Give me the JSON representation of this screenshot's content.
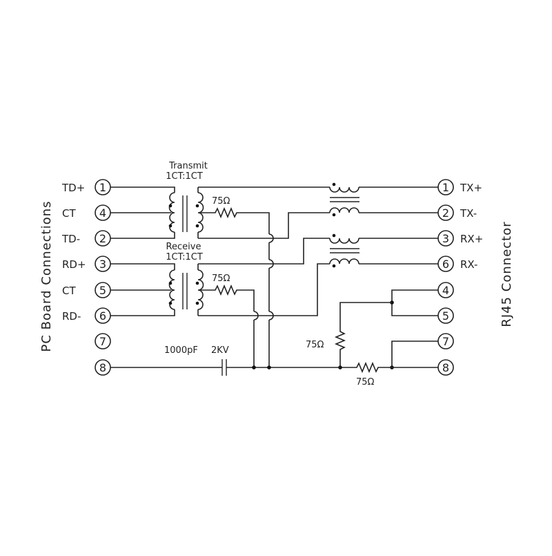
{
  "diagram": {
    "left_title": "PC Board Connections",
    "right_title": "RJ45 Connector",
    "left_pins": [
      {
        "label": "TD+",
        "num": "1"
      },
      {
        "label": "CT",
        "num": "4"
      },
      {
        "label": "TD-",
        "num": "2"
      },
      {
        "label": "RD+",
        "num": "3"
      },
      {
        "label": "CT",
        "num": "5"
      },
      {
        "label": "RD-",
        "num": "6"
      },
      {
        "label": "",
        "num": "7"
      },
      {
        "label": "",
        "num": "8"
      }
    ],
    "right_pins": [
      {
        "label": "TX+",
        "num": "1"
      },
      {
        "label": "TX-",
        "num": "2"
      },
      {
        "label": "RX+",
        "num": "3"
      },
      {
        "label": "RX-",
        "num": "6"
      },
      {
        "label": "",
        "num": "4"
      },
      {
        "label": "",
        "num": "5"
      },
      {
        "label": "",
        "num": "7"
      },
      {
        "label": "",
        "num": "8"
      }
    ],
    "transformers": [
      {
        "name": "Transmit",
        "ratio": "1CT:1CT"
      },
      {
        "name": "Receive",
        "ratio": "1CT:1CT"
      }
    ],
    "resistors": {
      "tx_ct": "75Ω",
      "rx_ct": "75Ω",
      "pair45": "75Ω",
      "pair78": "75Ω"
    },
    "capacitor": {
      "value": "1000pF",
      "rating": "2KV"
    }
  }
}
